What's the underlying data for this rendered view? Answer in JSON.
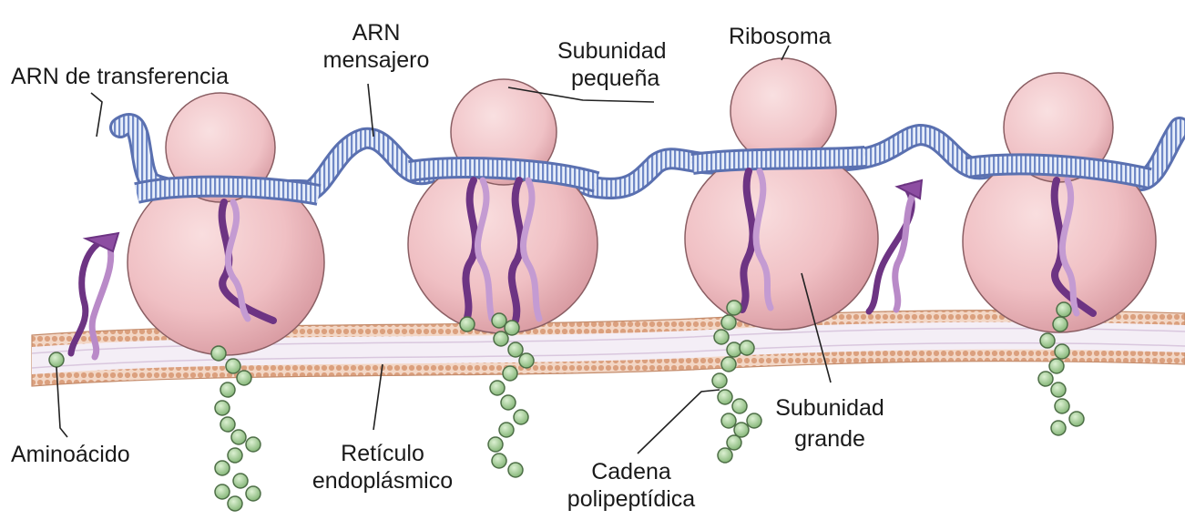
{
  "labels": {
    "trna": "ARN de transferencia",
    "mrna_1": "ARN",
    "mrna_2": "mensajero",
    "small_1": "Subunidad",
    "small_2": "pequeña",
    "ribosome": "Ribosoma",
    "aminoacid": "Aminoácido",
    "er_1": "Retículo",
    "er_2": "endoplásmico",
    "chain_1": "Cadena",
    "chain_2": "polipeptídica",
    "large_1": "Subunidad",
    "large_2": "grande"
  },
  "colors": {
    "ribosome_fill": "#f2c4c7",
    "ribosome_edge": "#8a5e63",
    "mrna": "#7b93cf",
    "trna": "#7a3d8c",
    "membrane_head": "#e0a884",
    "membrane_core": "#efe8f2",
    "amino": "#9ecb8e",
    "amino_edge": "#4d6e46"
  }
}
